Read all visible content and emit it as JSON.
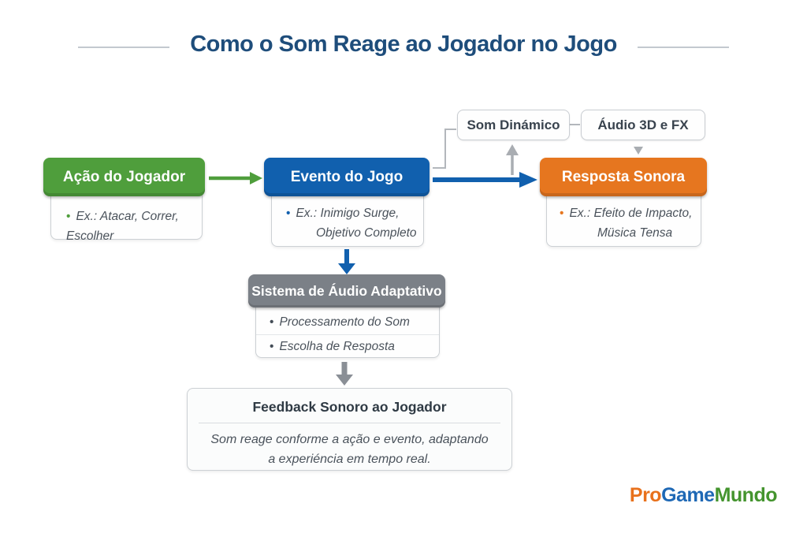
{
  "title": "Como o Som Reage ao Jogador no Jogo",
  "bullet": "•",
  "colors": {
    "title": "#1e4d7b",
    "green": "#4f9e3c",
    "blue": "#1160ae",
    "orange": "#e6761f",
    "gray": "#7b8087",
    "logo_pro": "#e8711c",
    "logo_game": "#1e68b5",
    "logo_mundo": "#44942e"
  },
  "top_boxes": {
    "som_dinamico": "Som Dinámico",
    "audio_3d": "Áudio 3D e FX"
  },
  "nodes": {
    "acao": {
      "title": "Ação do Jogador",
      "example": "Ex.: Atacar, Correr, Escolher"
    },
    "evento": {
      "title": "Evento do Jogo",
      "example_line1": "Ex.: Inimigo Surge,",
      "example_line2": "Objetivo Completo"
    },
    "resposta": {
      "title": "Resposta Sonora",
      "example_line1": "Ex.: Efeito de Impacto,",
      "example_line2": "Müsica Tensa"
    },
    "sistema": {
      "title": "Sistema de Áudio Adaptativo",
      "items": [
        "Processamento do Som",
        "Escolha de Resposta"
      ]
    },
    "feedback": {
      "title": "Feedback Sonoro ao Jogador",
      "line1": "Som reage conforme a ação e evento, adaptando",
      "line2": "a experiéncia em tempo real."
    }
  },
  "logo": {
    "pro": "Pro",
    "game": "Game",
    "mundo": "Mundo"
  }
}
